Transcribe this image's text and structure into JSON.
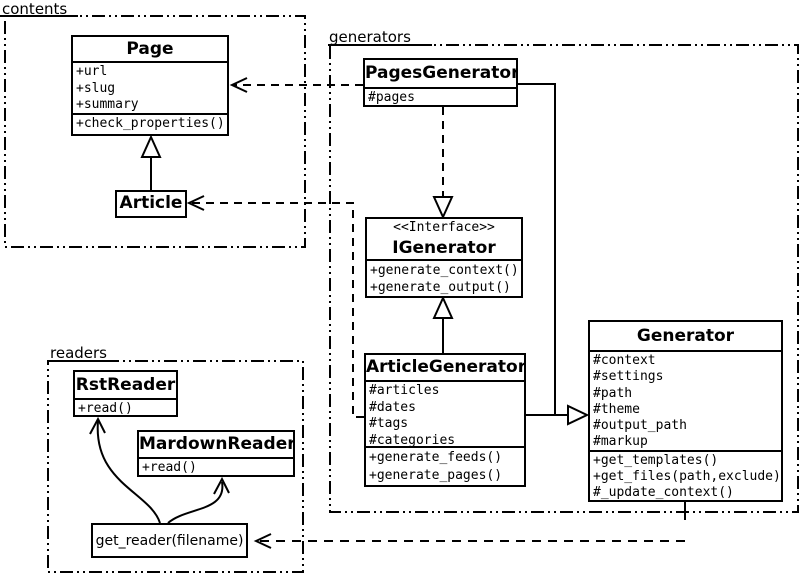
{
  "diagram": {
    "packages": {
      "contents": {
        "label": "contents"
      },
      "generators": {
        "label": "generators"
      },
      "readers": {
        "label": "readers"
      }
    },
    "classes": {
      "page": {
        "title": "Page",
        "attributes": [
          "+url",
          "+slug",
          "+summary"
        ],
        "methods": [
          "+check_properties()"
        ]
      },
      "article": {
        "title": "Article"
      },
      "pages_generator": {
        "title": "PagesGenerator",
        "attributes": [
          "#pages"
        ]
      },
      "igenerator": {
        "stereotype": "<<Interface>>",
        "title": "IGenerator",
        "methods": [
          "+generate_context()",
          "+generate_output()"
        ]
      },
      "article_generator": {
        "title": "ArticleGenerator",
        "attributes": [
          "#articles",
          "#dates",
          "#tags",
          "#categories"
        ],
        "methods": [
          "+generate_feeds()",
          "+generate_pages()"
        ]
      },
      "generator": {
        "title": "Generator",
        "attributes": [
          "#context",
          "#settings",
          "#path",
          "#theme",
          "#output_path",
          "#markup"
        ],
        "methods": [
          "+get_templates()",
          "+get_files(path,exclude)",
          "#_update_context()"
        ]
      },
      "rst_reader": {
        "title": "RstReader",
        "methods": [
          "+read()"
        ]
      },
      "mardown_reader": {
        "title": "MardownReader",
        "methods": [
          "+read()"
        ]
      },
      "get_reader": {
        "label": "get_reader(filename)"
      }
    },
    "colors": {
      "line": "#000000",
      "background": "#ffffff",
      "box_fill": "#ffffff"
    }
  }
}
